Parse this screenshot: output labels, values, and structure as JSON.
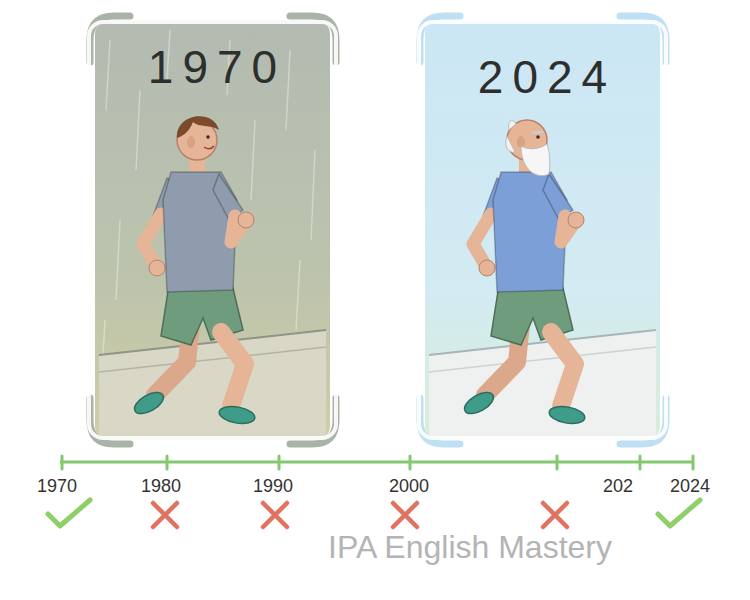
{
  "diagram": {
    "nodes": [
      {
        "text": [
          "1970"
        ]
      },
      {
        "text": [
          "2024"
        ]
      }
    ],
    "labels": [
      "1970",
      "1980",
      "1990",
      "2000",
      "202",
      "2024",
      "IPA English Mastery"
    ]
  }
}
